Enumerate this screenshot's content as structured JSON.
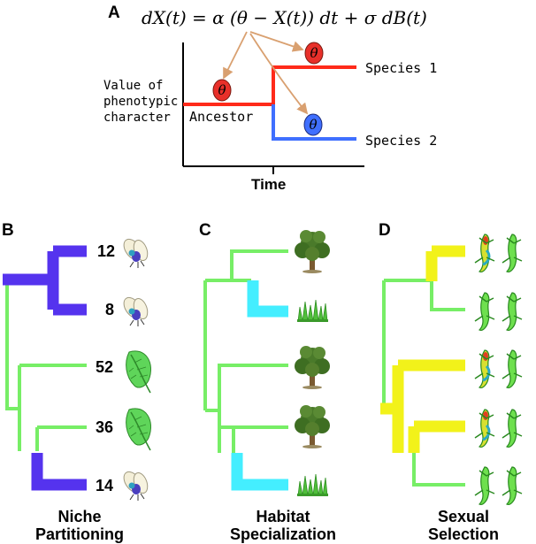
{
  "panel_a": {
    "label": "A",
    "equation": "dX(t) = α (θ − X(t)) dt + σ dB(t)",
    "ylabel_lines": [
      "Value of",
      "phenotypic",
      "character"
    ],
    "xlabel": "Time",
    "ancestor": "Ancestor",
    "species1": "Species 1",
    "species2": "Species 2",
    "theta": "θ",
    "colors": {
      "species1": "#ff2a1a",
      "species2": "#3f6fff",
      "ancestor": "#ff2a1a"
    }
  },
  "panel_b": {
    "label": "B",
    "caption_lines": [
      "Niche",
      "Partitioning"
    ],
    "tip_values": [
      "12",
      "8",
      "52",
      "36",
      "14"
    ],
    "tip_icons": [
      "fly-icon",
      "fly-icon",
      "leaf-icon",
      "leaf-icon",
      "fly-icon"
    ],
    "highlight_color": "#5533ee"
  },
  "panel_c": {
    "label": "C",
    "caption_lines": [
      "Habitat",
      "Specialization"
    ],
    "tip_icons": [
      "tree-icon",
      "grass-icon",
      "tree-icon",
      "tree-icon",
      "grass-icon"
    ],
    "highlight_color": "#44eeff"
  },
  "panel_d": {
    "label": "D",
    "caption_lines": [
      "Sexual",
      "Selection"
    ],
    "tip_icons": [
      "lizard-pair-colored-icon",
      "lizard-pair-icon",
      "lizard-pair-colored-icon",
      "lizard-pair-colored-icon",
      "lizard-pair-icon"
    ],
    "highlight_color": "#f2f21a"
  },
  "tree_color": "#77ee66"
}
